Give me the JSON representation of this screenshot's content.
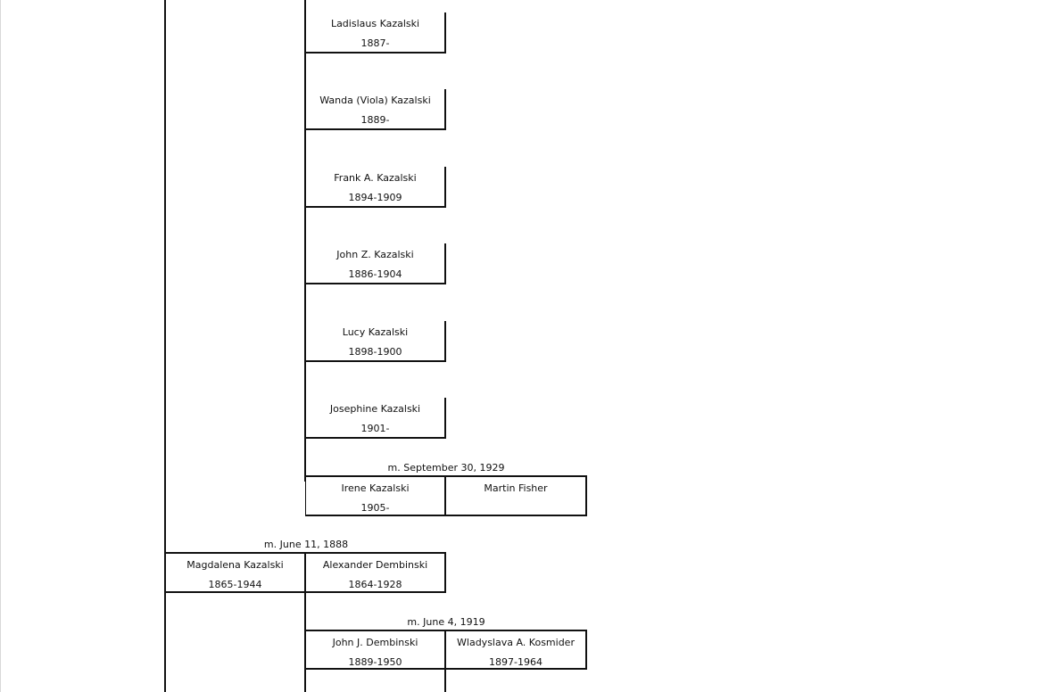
{
  "family_tree": {
    "children_of_kazalski": [
      {
        "name": "Ladislaus Kazalski",
        "dates": "1887-"
      },
      {
        "name": "Wanda (Viola) Kazalski",
        "dates": "1889-"
      },
      {
        "name": "Frank A. Kazalski",
        "dates": "1894-1909"
      },
      {
        "name": "John Z. Kazalski",
        "dates": "1886-1904"
      },
      {
        "name": "Lucy Kazalski",
        "dates": "1898-1900"
      },
      {
        "name": "Josephine Kazalski",
        "dates": "1901-"
      }
    ],
    "irene": {
      "marriage": "m. September 30, 1929",
      "name": "Irene Kazalski",
      "dates": "1905-",
      "spouse": {
        "name": "Martin Fisher",
        "dates": ""
      }
    },
    "magdalena": {
      "marriage": "m. June 11, 1888",
      "name": "Magdalena Kazalski",
      "dates": "1865-1944",
      "spouse": {
        "name": "Alexander Dembinski",
        "dates": "1864-1928"
      }
    },
    "john_dembinski": {
      "marriage": "m. June 4, 1919",
      "name": "John J. Dembinski",
      "dates": "1889-1950",
      "spouse": {
        "name": "Wladyslava A. Kosmider",
        "dates": "1897-1964"
      }
    }
  }
}
